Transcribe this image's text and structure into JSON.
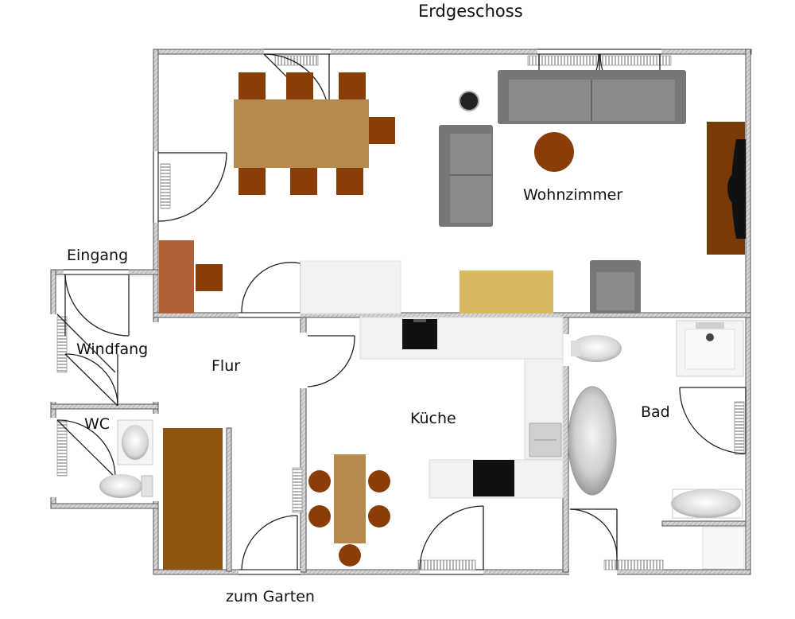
{
  "title": "Erdgeschoss",
  "rooms": {
    "wohnzimmer": "Wohnzimmer",
    "eingang": "Eingang",
    "windfang": "Windfang",
    "wc": "WC",
    "flur": "Flur",
    "kueche": "Küche",
    "bad": "Bad"
  },
  "exit_label": "zum Garten",
  "colors": {
    "wall": "#888888",
    "table_light": "#b58a4c",
    "chair_dark": "#8b3d07",
    "sofa": "#777777",
    "wardrobe": "#8f540f",
    "desk": "#b0613a",
    "sideboard": "#d9b862",
    "tv_board": "#7a3a08"
  }
}
